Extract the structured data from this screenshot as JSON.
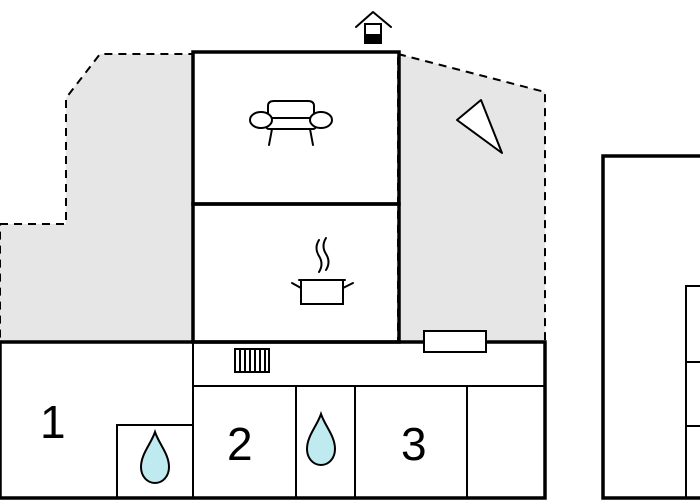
{
  "plan": {
    "background": "#ffffff",
    "terrace_color": "#e6e6e6",
    "water_color": "#bfeaf0",
    "rooms": [
      {
        "id": "room-1",
        "label": "1"
      },
      {
        "id": "room-2",
        "label": "2"
      },
      {
        "id": "room-3",
        "label": "3"
      }
    ],
    "icons": [
      "house-entrance-icon",
      "sofa-icon",
      "cooking-pot-icon",
      "north-arrow-icon",
      "radiator-icon",
      "water-drop-icon",
      "water-drop-icon"
    ]
  }
}
